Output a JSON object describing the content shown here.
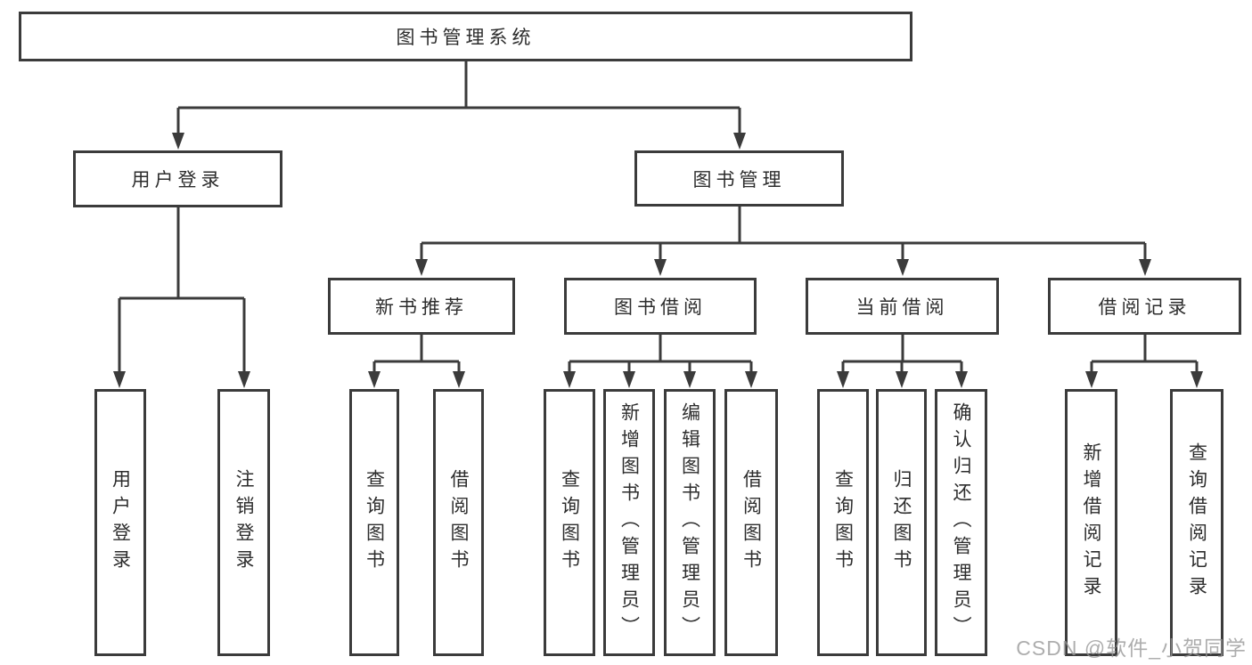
{
  "tree": {
    "root": "图书管理系统",
    "children": [
      {
        "label": "用户登录",
        "children": [
          "用户登录",
          "注销登录"
        ]
      },
      {
        "label": "图书管理",
        "children": [
          {
            "label": "新书推荐",
            "children": [
              "查询图书",
              "借阅图书"
            ]
          },
          {
            "label": "图书借阅",
            "children": [
              "查询图书",
              "新增图书（管理员）",
              "编辑图书（管理员）",
              "借阅图书"
            ]
          },
          {
            "label": "当前借阅",
            "children": [
              "查询图书",
              "归还图书",
              "确认归还（管理员）"
            ]
          },
          {
            "label": "借阅记录",
            "children": [
              "新增借阅记录",
              "查询借阅记录"
            ]
          }
        ]
      }
    ]
  },
  "watermark": {
    "text": "CSDN @软件_小贺同学"
  },
  "colors": {
    "line": "#3b3b3b",
    "text": "#2d2d2d",
    "background": "#ffffff",
    "watermark": "#969696"
  }
}
